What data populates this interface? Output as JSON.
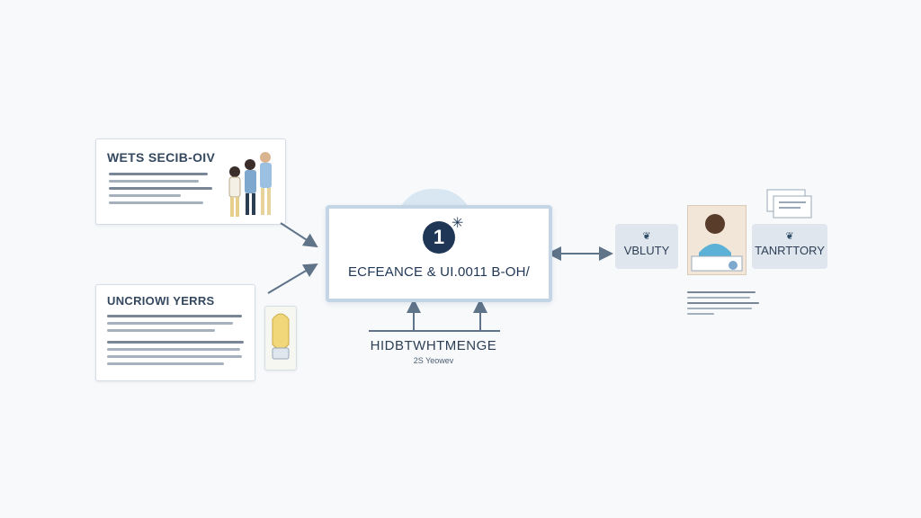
{
  "diagram": {
    "cards": {
      "top_left": {
        "title": "WETS SECIB-OIV"
      },
      "bottom_left": {
        "title": "UNCRIOWI YERRS"
      }
    },
    "central": {
      "badge": "1",
      "label": "ECFEANCE & UI.0011 B-OH/"
    },
    "bottom": {
      "title": "HIDBTWHTMENGE",
      "subtitle": "2S Yeowev"
    },
    "pills": {
      "left": {
        "label": "VBLUTY"
      },
      "right": {
        "label": "TANRTTORY"
      }
    },
    "colors": {
      "accent": "#1f3656",
      "panel": "#dfe6ee",
      "arrow": "#5f7389",
      "background": "#f7f9fb"
    },
    "icons": [
      "leaf-icon",
      "sparkle-icon",
      "people-illustration",
      "person-portrait",
      "document-icon",
      "hand-scanner-icon"
    ]
  }
}
